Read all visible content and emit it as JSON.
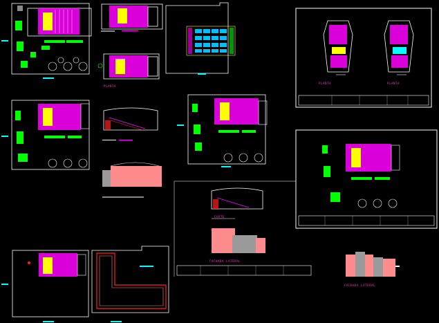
{
  "drawing": {
    "colors": {
      "background": "#000000",
      "wall": "#ffffff",
      "seats": "#ff00ff",
      "stage": "#ffff00",
      "vegetation": "#00ff00",
      "tag": "#00ffff",
      "section_line": "#ff00ff",
      "elevation_fill": "#ff8c8c",
      "elevation_dark": "#9a9a9a",
      "red": "#ff2020"
    },
    "labels": {
      "planta_a": "PLANTA",
      "planta_b": "PLANTA",
      "planta_c": "PLANTA",
      "corte": "CORTE",
      "fachada_lateral_a": "FACHADA LATERAL",
      "fachada_lateral_b": "FACHADA LATERAL"
    }
  }
}
